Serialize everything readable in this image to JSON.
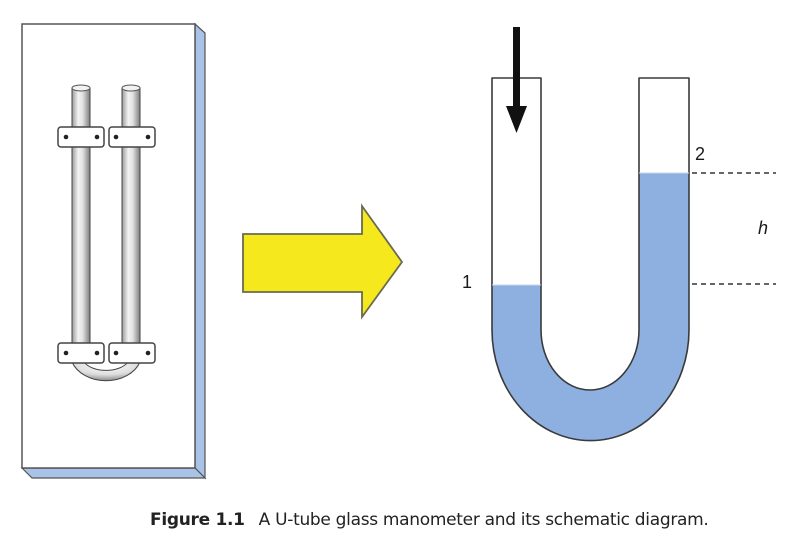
{
  "figure": {
    "number": "Figure 1.1",
    "caption": "A U-tube glass manometer and its schematic diagram."
  },
  "schematic": {
    "labels": {
      "point_1": "1",
      "point_2": "2",
      "height": "h"
    },
    "liquid_levels": {
      "left_side": "low (point 1)",
      "right_side": "high (point 2)"
    }
  },
  "colors": {
    "liquid": "#8db0e0",
    "board_side": "#a9c3e6",
    "transition_arrow": "#f5e81c",
    "outline": "#3a3a3a",
    "pressure_arrow": "#111111"
  },
  "icons": {
    "transition": "right-arrow-icon",
    "pressure": "down-arrow-icon"
  }
}
